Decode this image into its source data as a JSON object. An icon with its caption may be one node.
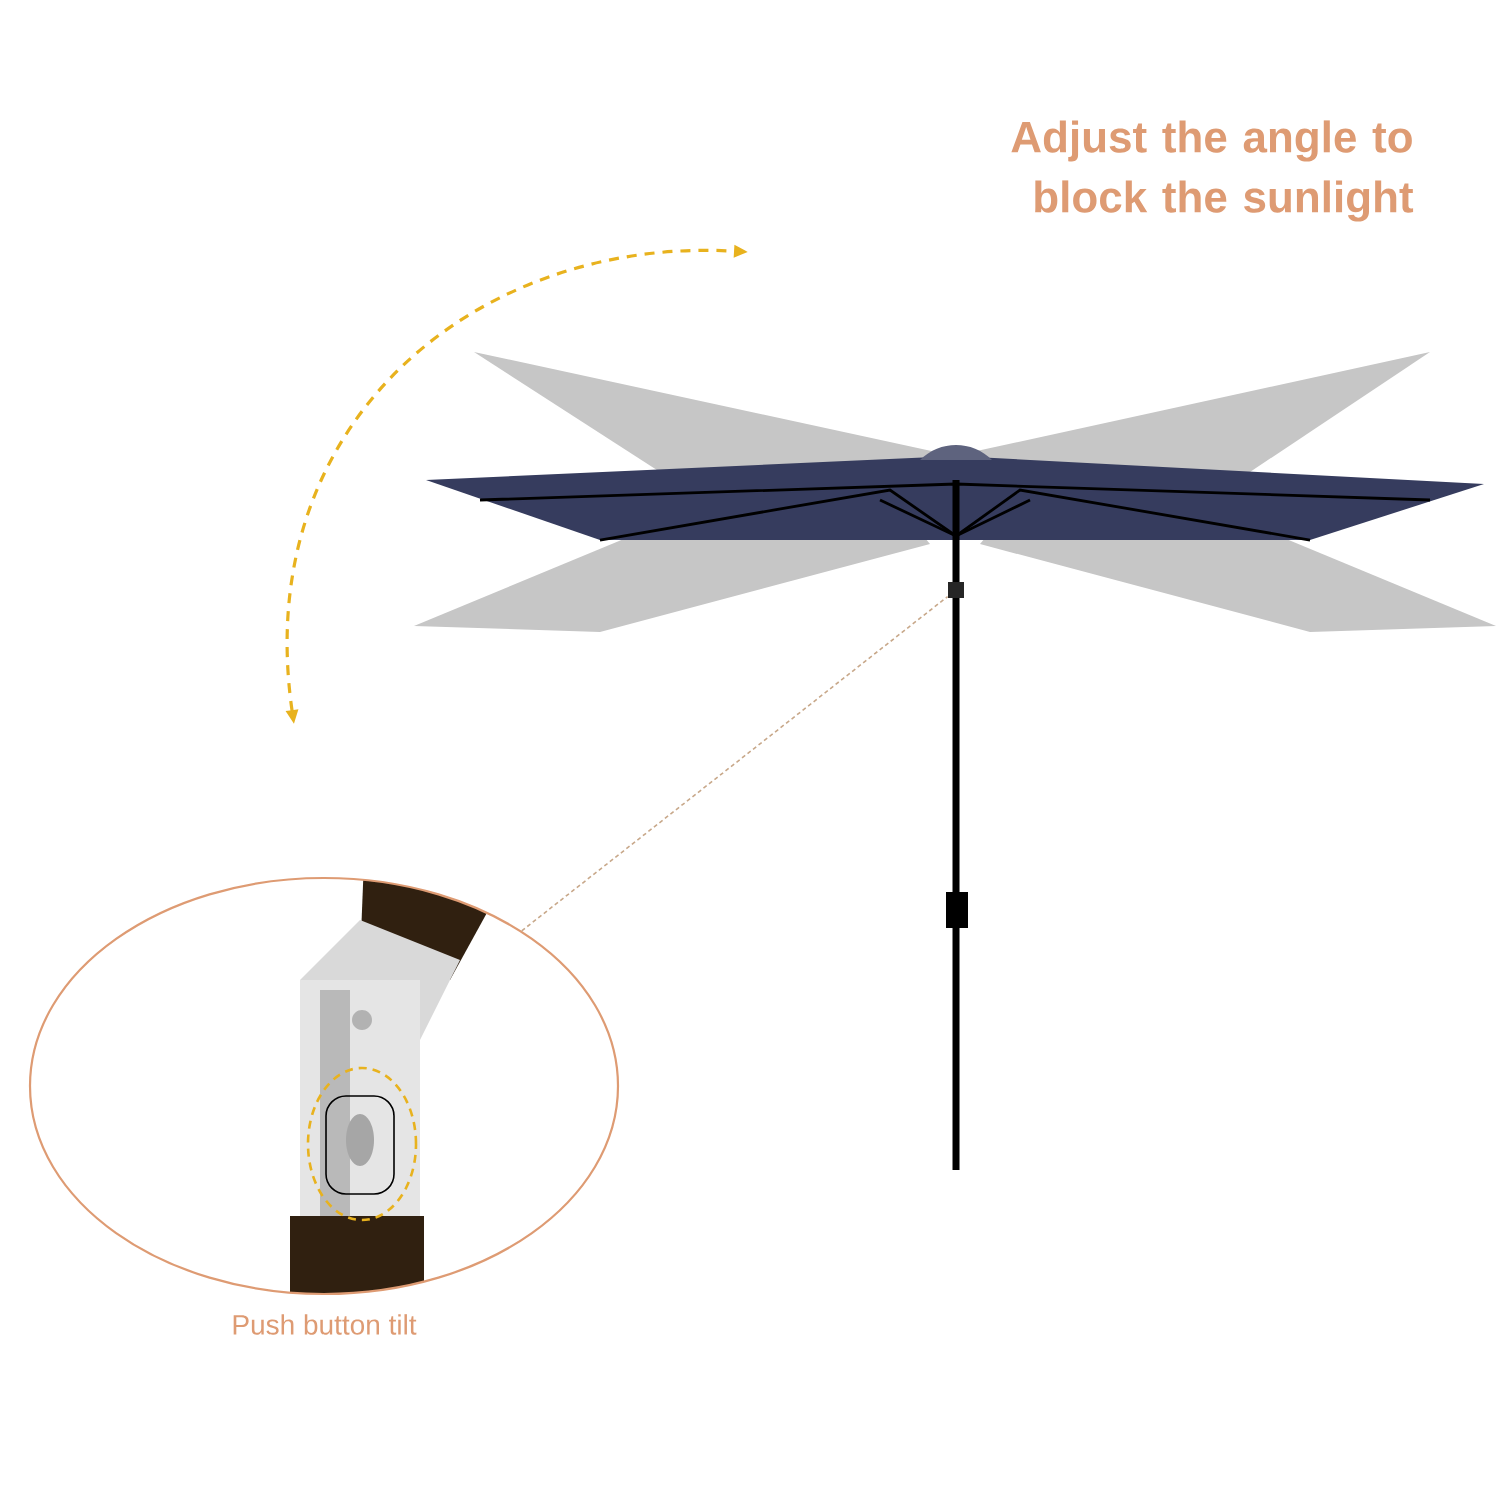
{
  "diagram": {
    "title": "Adjust the angle to block the sunlight",
    "nodes": [
      {
        "text": [
          "Push button tilt"
        ]
      },
      {
        "text": [],
        "shape": "bar"
      }
    ],
    "edges": [
      {
        "from": 0,
        "to": 1,
        "arrow": "none",
        "style": "dashed",
        "color": "#c8a88a"
      }
    ]
  }
}
